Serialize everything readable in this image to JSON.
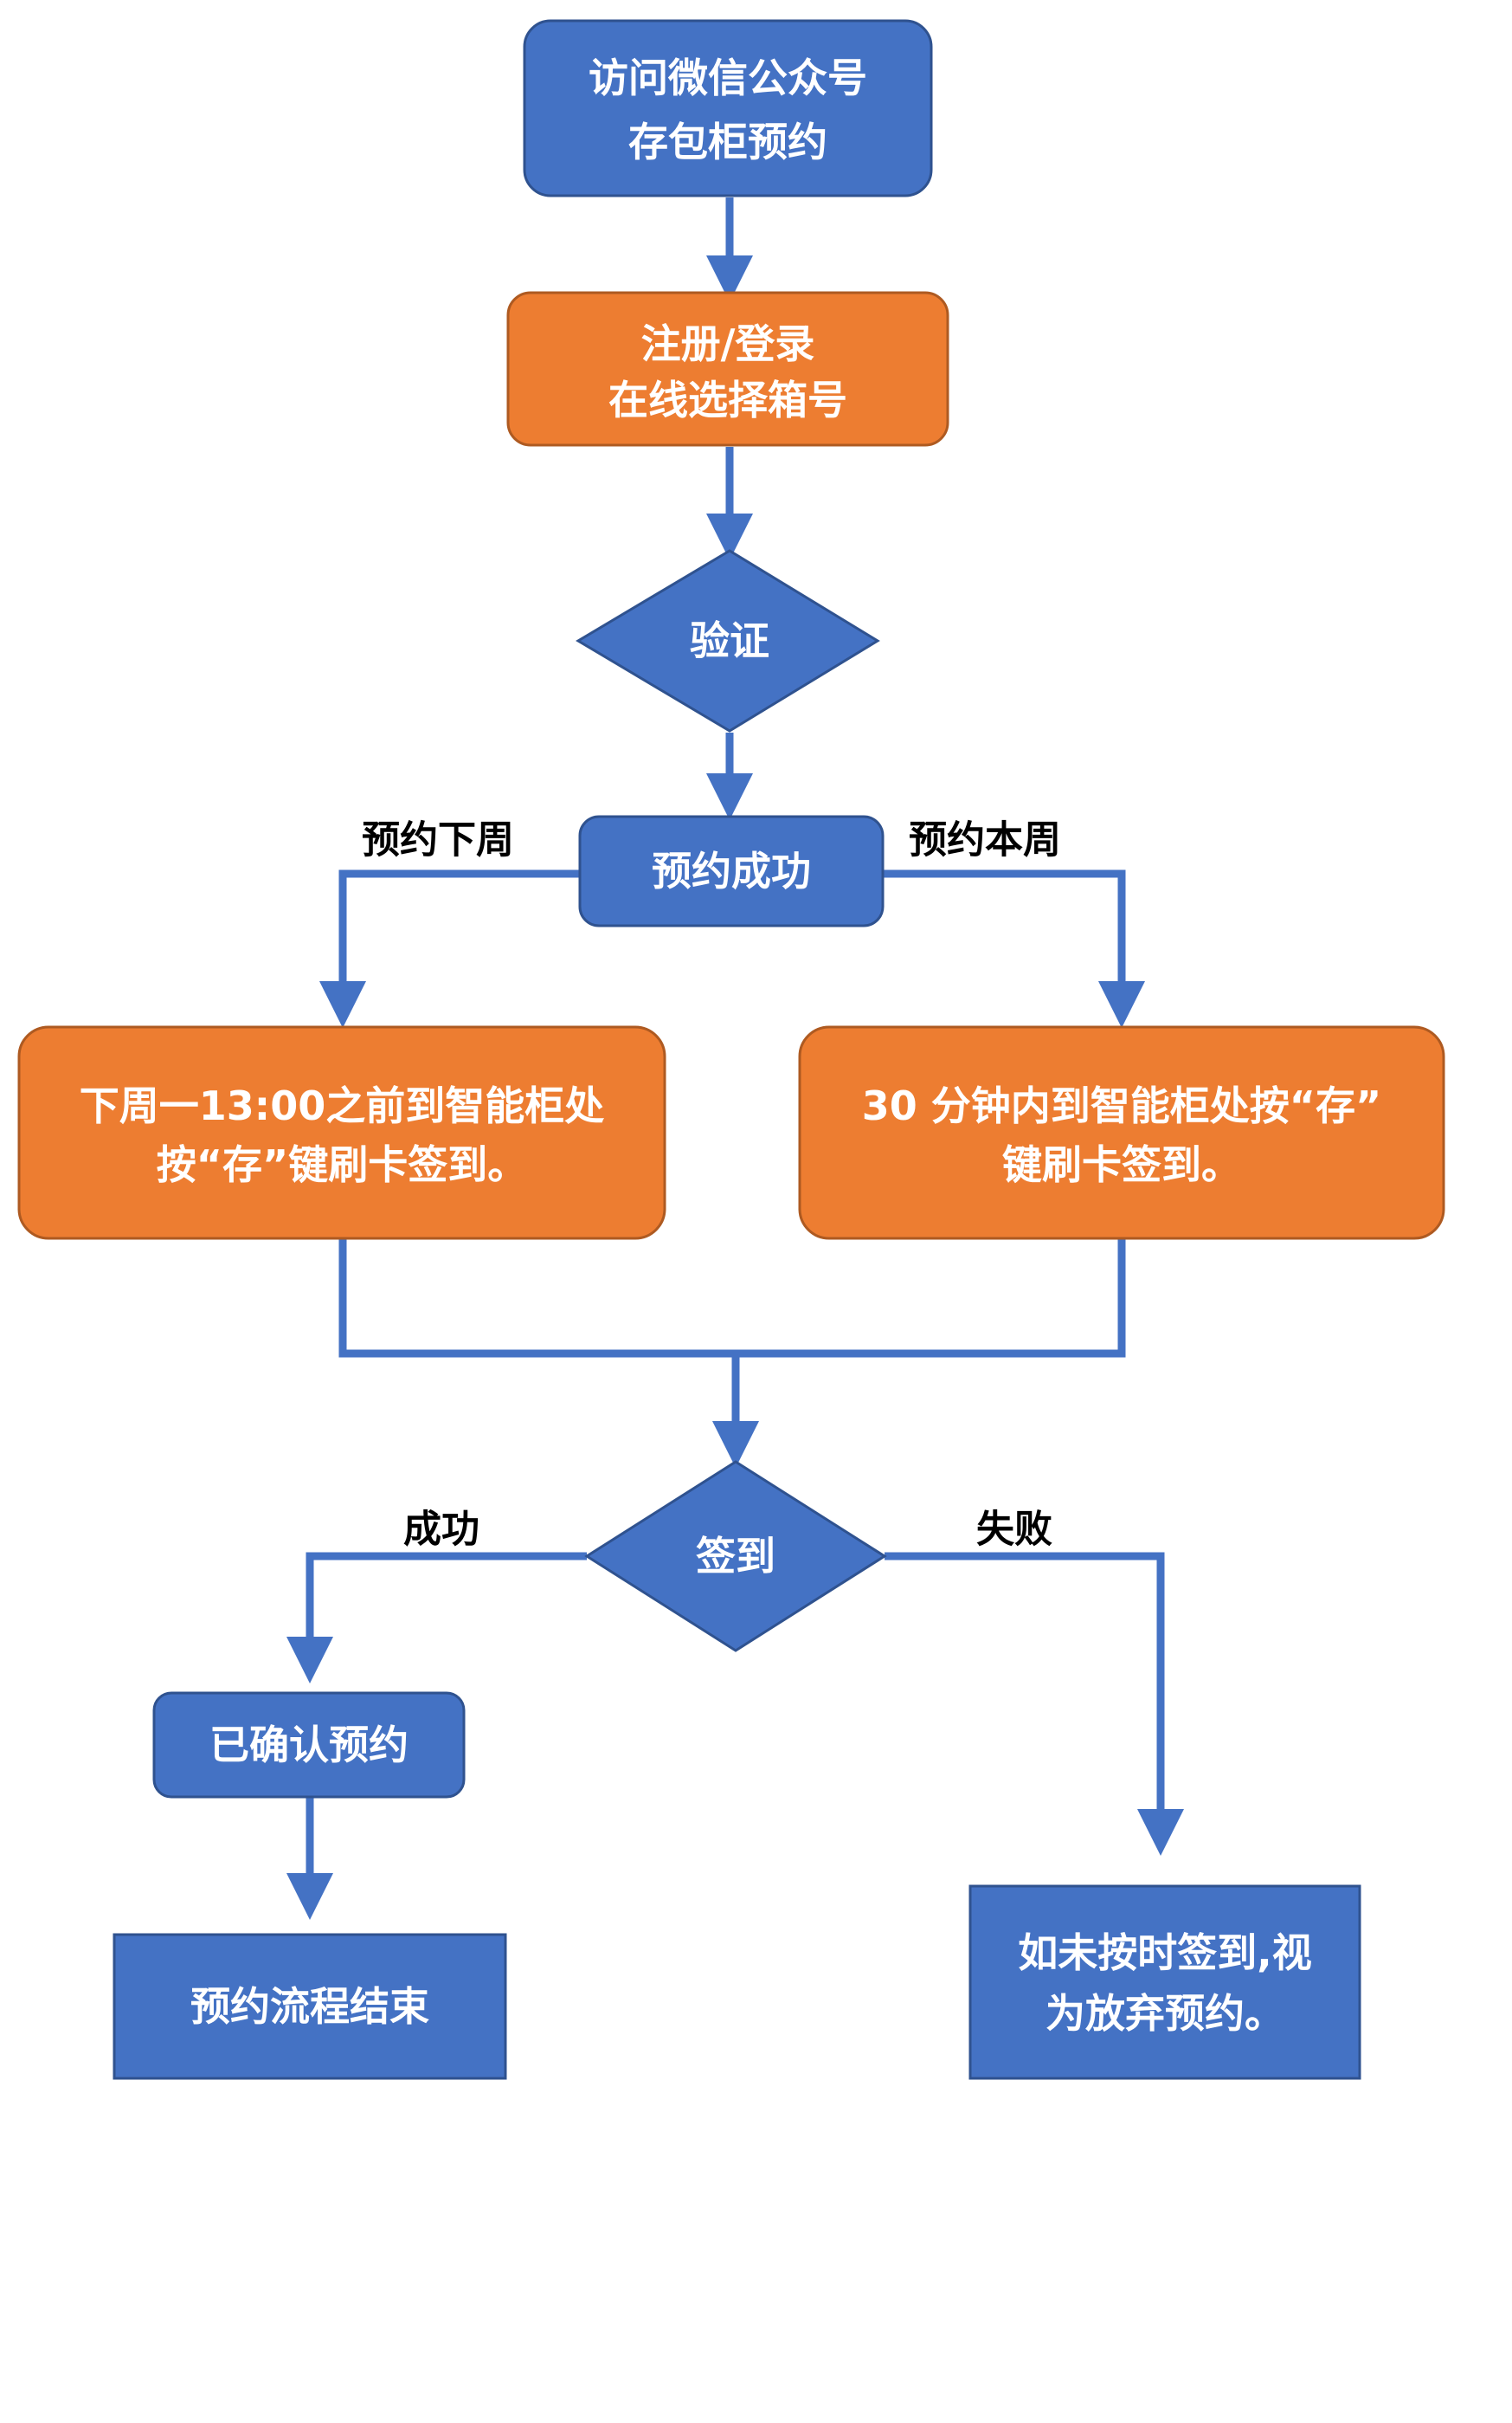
{
  "nodes": {
    "wechat_visit": [
      "访问微信公众号",
      "存包柜预约"
    ],
    "register": [
      "注册/登录",
      "在线选择箱号"
    ],
    "verify": "验证",
    "reserve_success": "预约成功",
    "next_week": [
      "下周一13:00之前到智能柜处",
      "按“存”键刷卡签到。"
    ],
    "this_week": [
      "30 分钟内到智能柜处按“存”",
      "键刷卡签到。"
    ],
    "checkin": "签到",
    "confirmed": "已确认预约",
    "flow_end": "预约流程结束",
    "abandon": [
      "如未按时签到,视",
      "为放弃预约。"
    ]
  },
  "edge_labels": {
    "next_week": "预约下周",
    "this_week": "预约本周",
    "success": "成功",
    "fail": "失败"
  },
  "colors": {
    "blue": "#4472c4",
    "orange": "#ed7d31"
  }
}
